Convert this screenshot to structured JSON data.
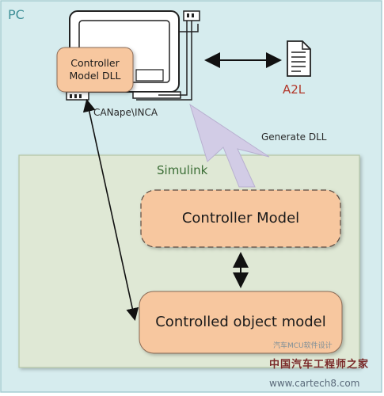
{
  "pc_label": "PC",
  "simulink_label": "Simulink",
  "controller_dll": "Controller\nModel DLL",
  "tool_label": "CANape\\INCA",
  "generate_label": "Generate DLL",
  "a2l_label": "A2L",
  "controller_model": "Controller Model",
  "controlled_object": "Controlled object model",
  "watermark_cn": "中国汽车工程师之家",
  "watermark_url": "www.cartech8.com",
  "watermark_small": "汽车MCU软件设计",
  "colors": {
    "pc_bg": "#d6ecee",
    "pc_border": "#a6cdd2",
    "simulink_bg": "#dfe8d5",
    "simulink_border": "#b3c4a4",
    "box_fill": "#f7c79f",
    "box_border": "#8a6a55",
    "a2l_text": "#b2372a",
    "arrow": "#111111",
    "generate_arrow": "#d2cce6"
  }
}
